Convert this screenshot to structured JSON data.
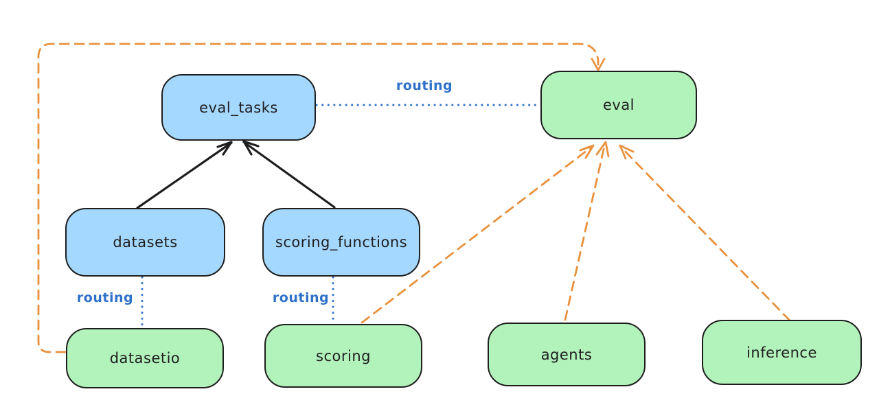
{
  "diagram": {
    "background": "#ffffff",
    "nodes": {
      "eval_tasks": {
        "label": "eval_tasks",
        "color": "blue"
      },
      "eval": {
        "label": "eval",
        "color": "green"
      },
      "datasets": {
        "label": "datasets",
        "color": "blue"
      },
      "scoring_functions": {
        "label": "scoring_functions",
        "color": "blue"
      },
      "datasetio": {
        "label": "datasetio",
        "color": "green"
      },
      "scoring": {
        "label": "scoring",
        "color": "green"
      },
      "agents": {
        "label": "agents",
        "color": "green"
      },
      "inference": {
        "label": "inference",
        "color": "green"
      }
    },
    "edges": [
      {
        "from": "datasets",
        "to": "eval_tasks",
        "style": "solid",
        "color": "black",
        "arrow": true
      },
      {
        "from": "scoring_functions",
        "to": "eval_tasks",
        "style": "solid",
        "color": "black",
        "arrow": true
      },
      {
        "from": "eval_tasks",
        "to": "eval",
        "style": "dotted",
        "color": "blue",
        "label": "routing"
      },
      {
        "from": "datasets",
        "to": "datasetio",
        "style": "dotted",
        "color": "blue",
        "label": "routing"
      },
      {
        "from": "scoring_functions",
        "to": "scoring",
        "style": "dotted",
        "color": "blue",
        "label": "routing"
      },
      {
        "from": "datasetio",
        "to": "eval",
        "style": "dashed",
        "color": "orange",
        "arrow": true
      },
      {
        "from": "scoring",
        "to": "eval",
        "style": "dashed",
        "color": "orange",
        "arrow": true
      },
      {
        "from": "agents",
        "to": "eval",
        "style": "dashed",
        "color": "orange",
        "arrow": true
      },
      {
        "from": "inference",
        "to": "eval",
        "style": "dashed",
        "color": "orange",
        "arrow": true
      }
    ]
  },
  "colors": {
    "node_blue_fill": "#a5d8ff",
    "node_green_fill": "#b2f2bb",
    "stroke_black": "#1e1e1e",
    "arrow_orange": "#e8913d",
    "routing_blue": "#2e71c9",
    "text": "#1e1e1e"
  }
}
